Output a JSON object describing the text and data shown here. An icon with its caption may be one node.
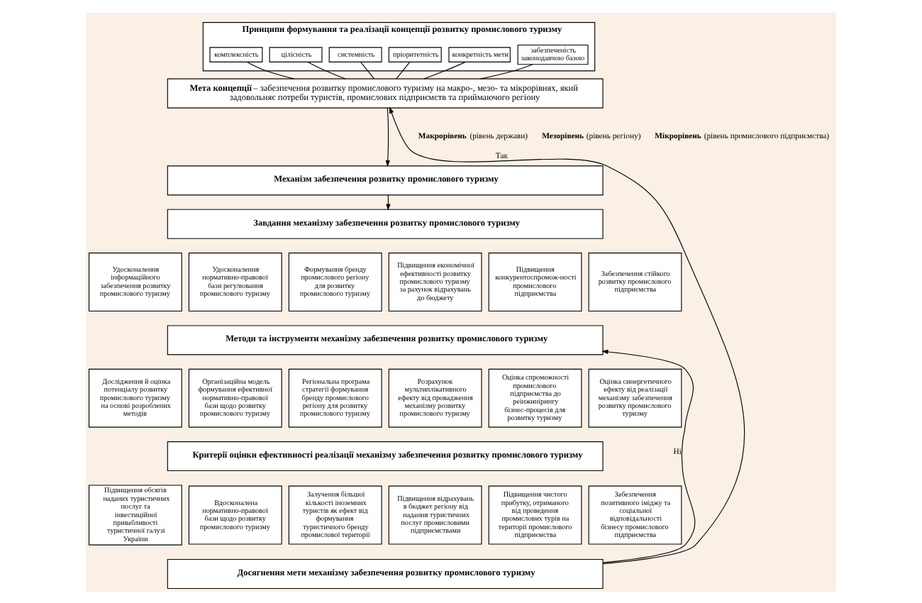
{
  "diagram": {
    "nodes": [
      {
        "text": [
          "Принципи формування та реалізації концепції розвитку промислового туризму"
        ]
      },
      {
        "text": [
          "комплексність"
        ],
        "in": 0
      },
      {
        "text": [
          "цілісність"
        ],
        "in": 0
      },
      {
        "text": [
          "системність"
        ],
        "in": 0
      },
      {
        "text": [
          "пріоритетність"
        ],
        "in": 0
      },
      {
        "text": [
          "конкретність мети"
        ],
        "in": 0
      },
      {
        "text": [
          "забезпеченість законодавчою базою"
        ],
        "in": 0
      },
      {
        "text": [
          "**Мета концепції** – забезпечення розвитку промислового туризму на макро-, мезо- та мікрорівнях, який задовольняє потреби туристів, промислових підприємств та приймаючого регіону"
        ]
      },
      {
        "text": [
          "Механізм забезпечення розвитку промислового туризму"
        ]
      },
      {
        "text": [
          "Завдання механізму забезпечення розвитку промислового туризму"
        ]
      },
      {
        "text": [
          "Удосконалення інформаційного забезпечення розвитку промислового туризму"
        ]
      },
      {
        "text": [
          "Удосконалення нормативно-правової бази регулювання промислового туризму"
        ]
      },
      {
        "text": [
          "Формування бренду промислового регіону для розвитку промислового туризму"
        ]
      },
      {
        "text": [
          "Підвищення економічної ефективності розвитку промислового туризму за рахунок відрахувань до бюджету"
        ]
      },
      {
        "text": [
          "Підвищення конкурентоспромож-ності промислового підприємства"
        ]
      },
      {
        "text": [
          "Забезпечення стійкого розвитку промислового підприємства"
        ]
      },
      {
        "text": [
          "Методи та інструменти механізму забезпечення розвитку промислового туризму"
        ]
      },
      {
        "text": [
          "Дослідження й оцінка потенціалу розвитку промислового туризму на основі розроблених методів"
        ]
      },
      {
        "text": [
          "Організаційна модель формування ефективної нормативно-правової бази щодо розвитку промислового туризму"
        ]
      },
      {
        "text": [
          "Регіональна програма стратегії формування бренду промислового регіону для розвитку промислового туризму"
        ]
      },
      {
        "text": [
          "Розрахунок мультиплікативного ефекту від провадження механізму розвитку промислового туризму"
        ]
      },
      {
        "text": [
          "Оцінка спроможності промислового підприємства до реінжинірингу бізнес-процесів для розвитку туризму"
        ]
      },
      {
        "text": [
          "Оцінка синергетичного ефекту від реалізації механізму забезпечення розвитку промислового туризму"
        ]
      },
      {
        "text": [
          "Критерії оцінки ефективності реалізації механізму забезпечення розвитку промислового туризму"
        ]
      },
      {
        "text": [
          "Підвищення обсягів наданих туристичних послуг та інвестиційної привабливості туристичної галузі України"
        ]
      },
      {
        "text": [
          "Вдосконалена нормативно-правової бази щодо розвитку промислового туризму"
        ]
      },
      {
        "text": [
          "Залучення більшої кількості іноземних туристів як ефект від формування туристичного бренду промислової території"
        ]
      },
      {
        "text": [
          "Підвищення відрахувань в бюджет регіону від надання туристичних послуг промисловими підприємствами"
        ]
      },
      {
        "text": [
          "Підвищення чистого прибутку, отриманого від проведення промислових турів на території промислового підприємства"
        ]
      },
      {
        "text": [
          "Забезпечення позитивного іміджу та соціальної відповідальності бізнесу промислового підприємства"
        ]
      },
      {
        "text": [
          "Досягнення мети механізму забезпечення розвитку промислового туризму"
        ]
      }
    ],
    "edges": [
      {
        "from": 1,
        "to": 7,
        "arrow": "none"
      },
      {
        "from": 2,
        "to": 7,
        "arrow": "none"
      },
      {
        "from": 3,
        "to": 7,
        "arrow": "none"
      },
      {
        "from": 4,
        "to": 7,
        "arrow": "none"
      },
      {
        "from": 5,
        "to": 7,
        "arrow": "none"
      },
      {
        "from": 6,
        "to": 7,
        "arrow": "none"
      },
      {
        "from": 7,
        "to": 8,
        "arrow": "to"
      },
      {
        "from": 8,
        "to": 9,
        "arrow": "to"
      },
      {
        "from": 30,
        "to": 7,
        "arrow": "to",
        "label": "Так"
      },
      {
        "from": 30,
        "to": 16,
        "arrow": "to",
        "label": "Ні"
      }
    ],
    "labels": [
      "**Макрорівень** (рівень держави)",
      "**Мезорівень** (рівень регіону)",
      "**Мікрорівень** (рівень промислового підприємства)"
    ]
  }
}
